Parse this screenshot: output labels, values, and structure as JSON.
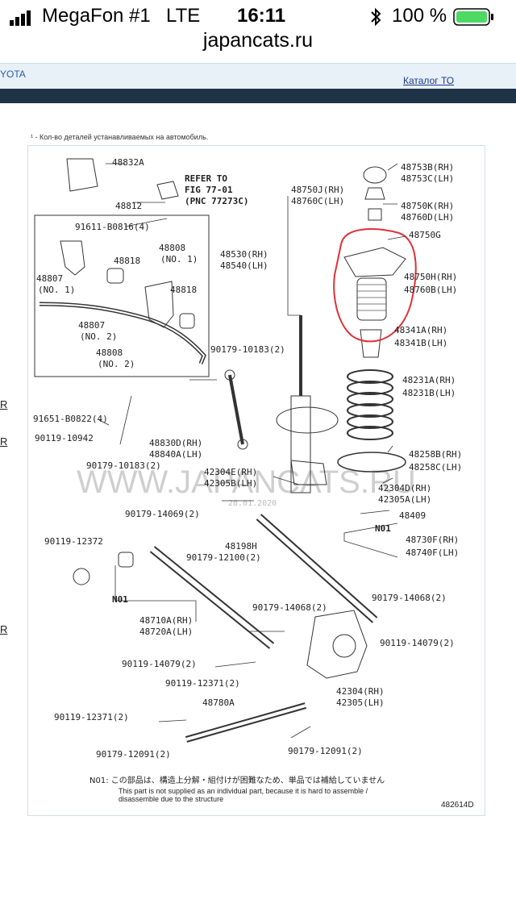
{
  "status": {
    "carrier": "MegaFon #1",
    "network": "LTE",
    "time": "16:11",
    "battery": "100 %"
  },
  "url": "japancats.ru",
  "header": {
    "brand_fragment": "YOTA",
    "catalog_link": "Каталог ТО"
  },
  "footnote": "¹ - Кол-во деталей устанавливаемых на автомобиль.",
  "left_edge_labels": [
    "R",
    "R",
    "R"
  ],
  "diagram": {
    "labels": {
      "p48832A": "48832A",
      "refer1": "REFER TO",
      "refer2": "FIG 77-01",
      "refer3": "(PNC 77273C)",
      "p48812": "48812",
      "p91611": "91611-B0816(4)",
      "p48808a": "48808",
      "p48808a_no": "(NO. 1)",
      "p48818a": "48818",
      "p48807a": "48807",
      "p48807a_no": "(NO. 1)",
      "p48818b": "48818",
      "p48807b": "48807",
      "p48807b_no": "(NO. 2)",
      "p48808b": "48808",
      "p48808b_no": "(NO. 2)",
      "p48750j": "48750J(RH)",
      "p48760c": "48760C(LH)",
      "p48530": "48530(RH)",
      "p48540": "48540(LH)",
      "p48753b": "48753B(RH)",
      "p48753c": "48753C(LH)",
      "p48750k": "48750K(RH)",
      "p48760d": "48760D(LH)",
      "p48750g": "48750G",
      "p48750h": "48750H(RH)",
      "p48760b": "48760B(LH)",
      "p48341a": "48341A(RH)",
      "p48341b": "48341B(LH)",
      "p48231a": "48231A(RH)",
      "p48231b": "48231B(LH)",
      "p90179_10183a": "90179-10183(2)",
      "p91651": "91651-B0822(4)",
      "p90119_10942": "90119-10942",
      "p48830d": "48830D(RH)",
      "p48840a": "48840A(LH)",
      "p90179_10183b": "90179-10183(2)",
      "p42304e": "42304E(RH)",
      "p42305b": "42305B(LH)",
      "p48258b": "48258B(RH)",
      "p48258c": "48258C(LH)",
      "p42304d": "42304D(RH)",
      "p42305a": "42305A(LH)",
      "p48409": "48409",
      "p90179_14069": "90179-14069(2)",
      "n01a": "N01",
      "p48730f": "48730F(RH)",
      "p48740f": "48740F(LH)",
      "p90119_12372": "90119-12372",
      "p48198h": "48198H",
      "p90179_12100": "90179-12100(2)",
      "n01b": "N01",
      "p90179_14068a": "90179-14068(2)",
      "p90179_14068b": "90179-14068(2)",
      "p48710a": "48710A(RH)",
      "p48720a": "48720A(LH)",
      "p90119_14079a": "90119-14079(2)",
      "p90119_14079b": "90119-14079(2)",
      "p90119_12371a": "90119-12371(2)",
      "p42304": "42304(RH)",
      "p42305": "42305(LH)",
      "p48780a": "48780A",
      "p90119_12371b": "90119-12371(2)",
      "p90179_12091a": "90179-12091(2)",
      "p90179_12091b": "90179-12091(2)",
      "note_jp": "N01: この部品は、構造上分解・組付けが困難なため、単品では補給していません",
      "note_en1": "This part is not supplied as an individual part, because it is hard to assemble /",
      "note_en2": "disassemble due to the structure",
      "code": "482614D",
      "watermark": "WWW.JAPANCATS.RU",
      "watermark_date": "28.01.2020"
    }
  },
  "colors": {
    "annotation": "#e0303a",
    "link": "#1b3a8a",
    "battery": "#4cd964"
  }
}
